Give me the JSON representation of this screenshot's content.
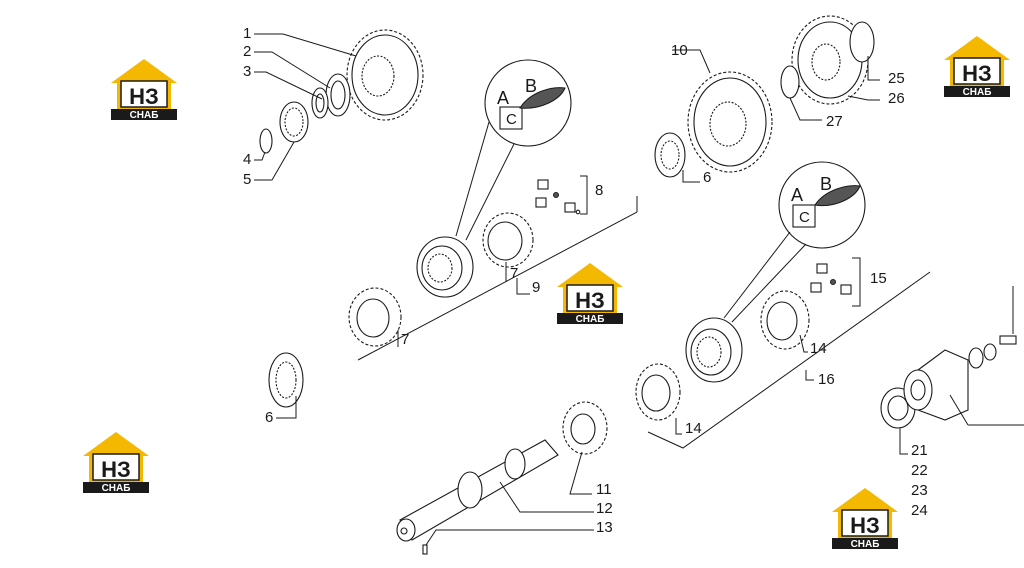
{
  "colors": {
    "logo_yellow": "#F5B800",
    "logo_dark": "#1a1a1a",
    "line": "#1a1a1a"
  },
  "watermark": {
    "big": "НЗ",
    "small": "СНАБ"
  },
  "zoom_labels": {
    "a": "A",
    "b": "B",
    "c": "C"
  },
  "callouts": {
    "c1": "1",
    "c2": "2",
    "c3": "3",
    "c4": "4",
    "c5": "5",
    "c6a": "6",
    "c6b": "6",
    "c7a": "7",
    "c7b": "7",
    "c8": "8",
    "c9": "9",
    "c10": "10",
    "c11": "11",
    "c12": "12",
    "c13": "13",
    "c14a": "14",
    "c14b": "14",
    "c15": "15",
    "c16": "16",
    "c21": "21",
    "c22": "22",
    "c23": "23",
    "c24": "24",
    "c25": "25",
    "c26": "26",
    "c27": "27"
  }
}
